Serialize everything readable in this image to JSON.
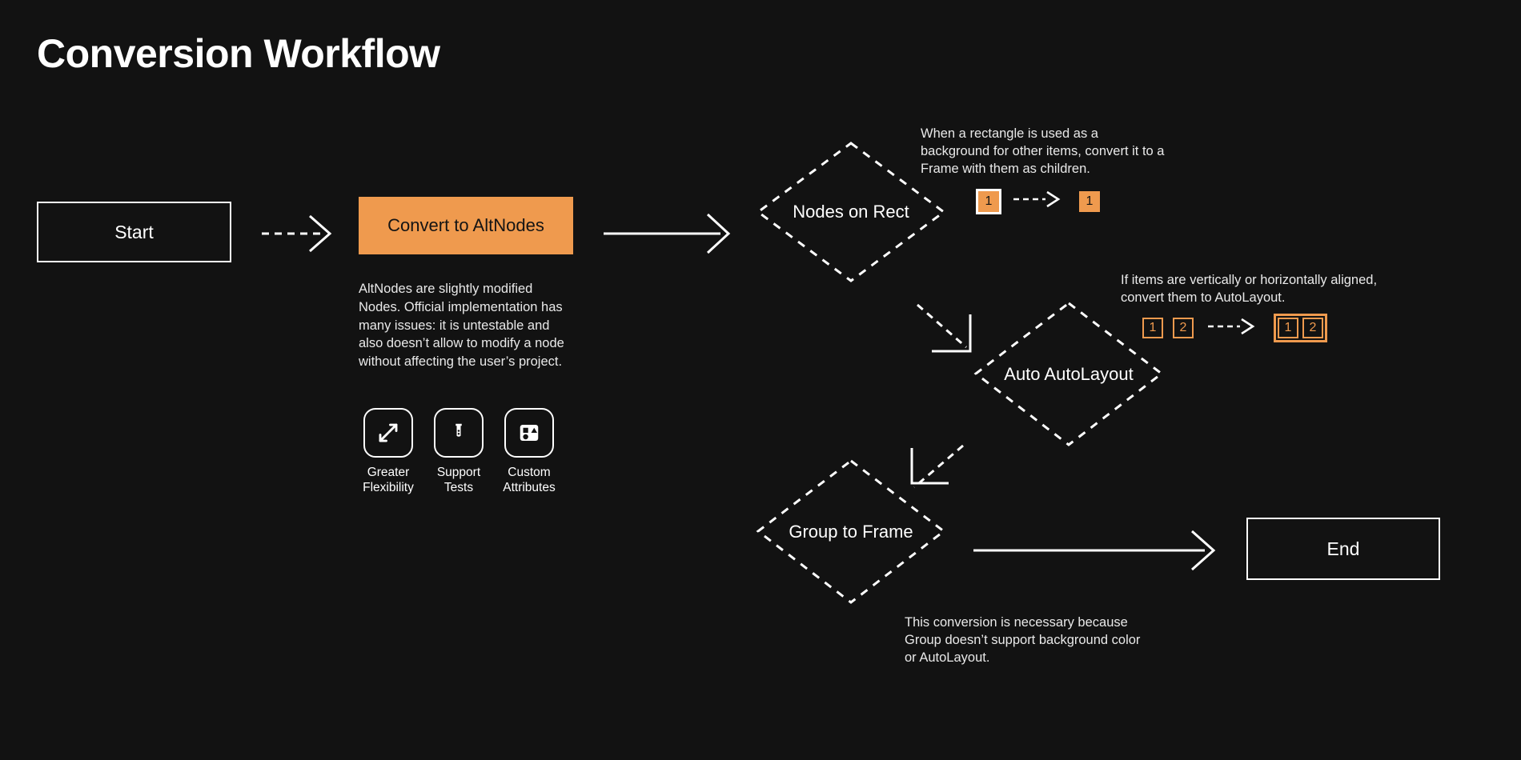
{
  "page": {
    "title": "Conversion Workflow",
    "background": "#121212",
    "accent": "#EF9A4E",
    "text_color": "#FFFFFF"
  },
  "nodes": {
    "start": {
      "label": "Start",
      "shape": "rectangle"
    },
    "convert": {
      "label": "Convert to AltNodes",
      "shape": "rectangle",
      "fill": "#EF9A4E"
    },
    "nodes_on_rect": {
      "label": "Nodes on Rect",
      "shape": "diamond"
    },
    "auto_autolayout": {
      "label": "Auto AutoLayout",
      "shape": "diamond"
    },
    "group_to_frame": {
      "label": "Group to Frame",
      "shape": "diamond"
    },
    "end": {
      "label": "End",
      "shape": "rectangle"
    }
  },
  "convert_description": "AltNodes are slightly modified Nodes. Official implementation has many issues: it is untestable and also doesn’t allow to modify a node without affecting the user’s project.",
  "features": [
    {
      "icon": "expand-arrows-icon",
      "label": "Greater\nFlexibility"
    },
    {
      "icon": "test-tube-icon",
      "label": "Support\nTests"
    },
    {
      "icon": "shapes-attributes-icon",
      "label": "Custom\nAttributes"
    }
  ],
  "annotations": {
    "nodes_on_rect": {
      "text": "When a rectangle is used as a background for other items, convert it to a Frame with them as children.",
      "before": [
        {
          "value": "1",
          "style": "filled-framed"
        }
      ],
      "after": [
        {
          "value": "1",
          "style": "filled"
        }
      ]
    },
    "auto_autolayout": {
      "text": "If items are vertically or horizontally aligned, convert them to AutoLayout.",
      "before": [
        {
          "value": "1",
          "style": "outlined"
        },
        {
          "value": "2",
          "style": "outlined"
        }
      ],
      "after": [
        {
          "value": "1",
          "style": "outlined"
        },
        {
          "value": "2",
          "style": "outlined"
        }
      ],
      "after_wrapped": true
    },
    "group_to_frame": {
      "text": "This conversion is necessary because Group doesn’t support background color or AutoLayout."
    }
  },
  "connectors": [
    {
      "from": "start",
      "to": "convert",
      "style": "dashed"
    },
    {
      "from": "convert",
      "to": "nodes_on_rect",
      "style": "solid"
    },
    {
      "from": "nodes_on_rect",
      "to": "auto_autolayout",
      "style": "dashed-diagonal"
    },
    {
      "from": "auto_autolayout",
      "to": "group_to_frame",
      "style": "dashed-diagonal"
    },
    {
      "from": "group_to_frame",
      "to": "end",
      "style": "solid"
    }
  ]
}
